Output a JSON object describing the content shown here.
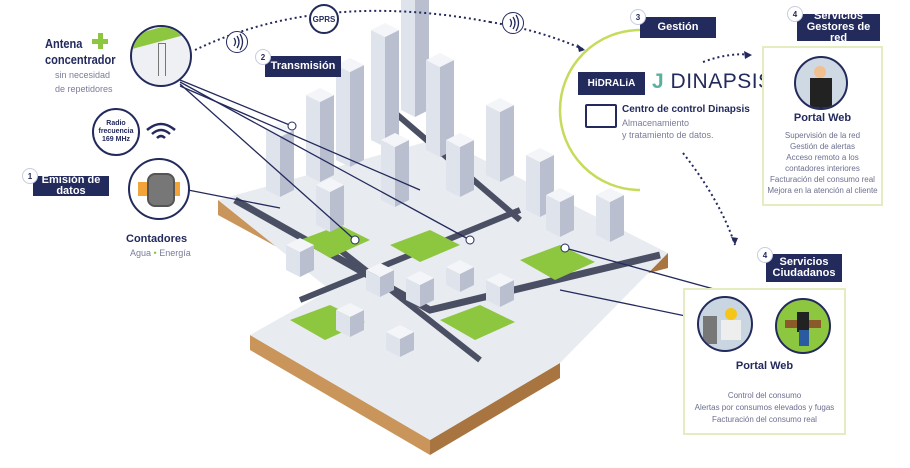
{
  "antenna": {
    "title_line1": "Antena",
    "title_line2": "concentrador",
    "sub_line1": "sin necesidad",
    "sub_line2": "de repetidores"
  },
  "radio": {
    "line1": "Radio",
    "line2": "frecuencia",
    "line3": "169 MHz"
  },
  "gprs": "GPRS",
  "steps": [
    {
      "number": "1",
      "label": "Emisión de datos"
    },
    {
      "number": "2",
      "label": "Transmisión"
    },
    {
      "number": "3",
      "label": "Gestión"
    },
    {
      "number": "4",
      "label_line1": "Servicios",
      "label_line2": "Gestores de red"
    },
    {
      "number": "4",
      "label_line1": "Servicios",
      "label_line2": "Ciudadanos"
    }
  ],
  "meters": {
    "title": "Contadores",
    "sub_left": "Agua",
    "sub_sep": "•",
    "sub_right": "Energía"
  },
  "control_center": {
    "logo_left": "HiDRALiA",
    "logo_right": "DINAPSIS",
    "title": "Centro de control Dinapsis",
    "sub_line1": "Almacenamiento",
    "sub_line2": "y tratamiento de datos."
  },
  "network_services": {
    "title": "Portal Web",
    "items": [
      "Supervisión de la red",
      "Gestión de alertas",
      "Acceso remoto a los",
      "contadores interiores",
      "Facturación del consumo real",
      "Mejora en la atención al cliente"
    ]
  },
  "citizen_services": {
    "title": "Portal Web",
    "items": [
      "Control del consumo",
      "Alertas por consumos elevados y fugas",
      "Facturación del consumo real"
    ]
  },
  "colors": {
    "navy": "#232a5c",
    "green": "#8dc63f",
    "earth": "#c9955a"
  }
}
